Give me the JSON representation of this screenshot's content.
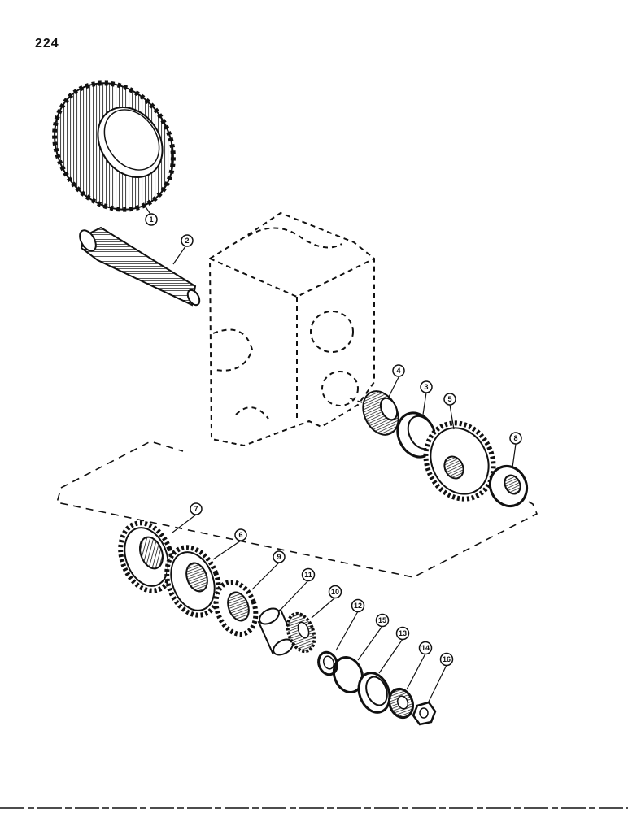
{
  "page_number": "224",
  "callouts": [
    {
      "key": "c1",
      "label": "1"
    },
    {
      "key": "c2",
      "label": "2"
    },
    {
      "key": "c3",
      "label": "3"
    },
    {
      "key": "c4",
      "label": "4"
    },
    {
      "key": "c5",
      "label": "5"
    },
    {
      "key": "c6",
      "label": "6"
    },
    {
      "key": "c7",
      "label": "7"
    },
    {
      "key": "c8",
      "label": "8"
    },
    {
      "key": "c9",
      "label": "9"
    },
    {
      "key": "c10",
      "label": "10"
    },
    {
      "key": "c11",
      "label": "11"
    },
    {
      "key": "c12",
      "label": "12"
    },
    {
      "key": "c13",
      "label": "13"
    },
    {
      "key": "c14",
      "label": "14"
    },
    {
      "key": "c15",
      "label": "15"
    },
    {
      "key": "c16",
      "label": "16"
    }
  ]
}
